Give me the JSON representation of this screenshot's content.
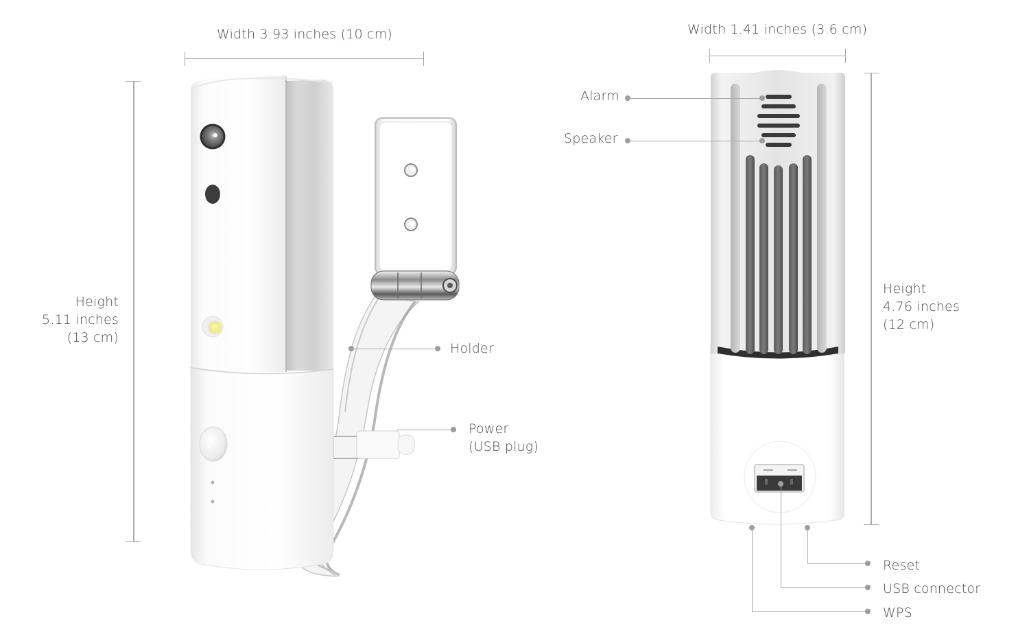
{
  "left_view": {
    "width_label": "Width 3.93 inches (10 cm)",
    "height_label": {
      "line1": "Height",
      "line2": "5.11 inches",
      "line3": "(13 cm)"
    },
    "callouts": {
      "holder": "Holder",
      "power_line1": "Power",
      "power_line2": "(USB plug)"
    }
  },
  "right_view": {
    "width_label": "Width 1.41 inches (3.6 cm)",
    "height_label": {
      "line1": "Height",
      "line2": "4.76 inches",
      "line3": "(12 cm)"
    },
    "callouts": {
      "alarm": "Alarm",
      "speaker": "Speaker",
      "reset": "Reset",
      "usb_connector": "USB connector",
      "wps": "WPS"
    }
  },
  "colors": {
    "text": "#4d4d4d",
    "leader_line": "#a8a8a8",
    "leader_dot": "#9d9d9d",
    "device_white": "#f7f7f7",
    "device_silver": "#c9c9c9",
    "led_yellow": "#f3f08a"
  }
}
